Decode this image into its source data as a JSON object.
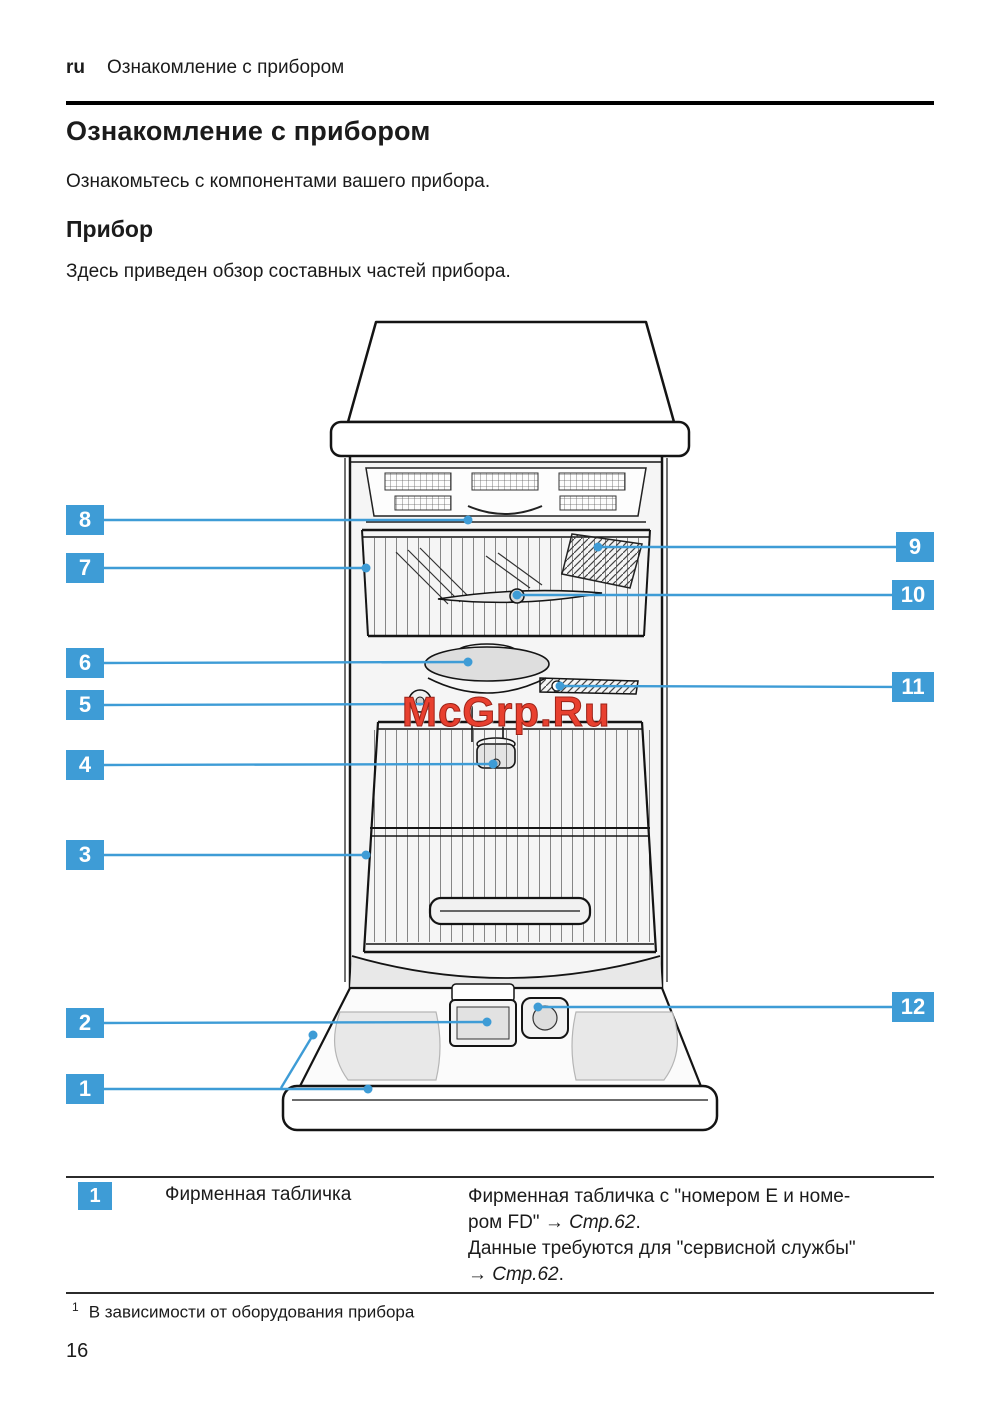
{
  "page": {
    "lang_tag": "ru",
    "header_title": "Ознакомление с прибором",
    "page_number": "16"
  },
  "content": {
    "h1": "Ознакомление с прибором",
    "intro": "Ознакомьтесь с компонентами вашего прибора.",
    "h2": "Прибор",
    "section_intro": "Здесь приведен обзор составных частей прибора."
  },
  "figure": {
    "watermark": "McGrp.Ru",
    "callouts": [
      {
        "label": "8"
      },
      {
        "label": "7"
      },
      {
        "label": "6"
      },
      {
        "label": "5"
      },
      {
        "label": "4"
      },
      {
        "label": "3"
      },
      {
        "label": "2"
      },
      {
        "label": "1"
      },
      {
        "label": "9"
      },
      {
        "label": "10"
      },
      {
        "label": "11"
      },
      {
        "label": "12"
      }
    ]
  },
  "legend": {
    "rows": [
      {
        "number": "1",
        "term": "Фирменная табличка",
        "desc_line1": "Фирменная табличка с \"номером E и номе-",
        "desc_line2_pre": "ром FD\" → ",
        "desc_line2_ref": "Стр.62",
        "desc_line2_post": ".",
        "desc_line3": "Данные требуются для \"сервисной службы\"",
        "desc_line4_pre": "→ ",
        "desc_line4_ref": "Стр.62",
        "desc_line4_post": "."
      }
    ]
  },
  "footnote": {
    "marker": "1",
    "text": "В зависимости от оборудования прибора"
  },
  "colors": {
    "accent_blue": "#3e9cd6",
    "watermark_red": "#e8402f"
  }
}
